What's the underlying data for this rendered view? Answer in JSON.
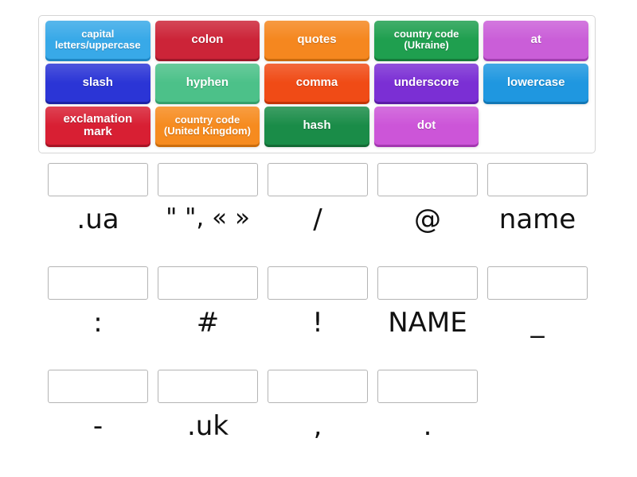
{
  "activity": {
    "type": "match-up-drag-and-drop",
    "title": "Internet address vocabulary matching"
  },
  "tile_bank": {
    "rows": [
      [
        {
          "label": "capital letters/uppercase",
          "color": "#38a9e8",
          "shadow": "#1e86c4",
          "small": true
        },
        {
          "label": "colon",
          "color": "#cc2438",
          "shadow": "#9e1728",
          "small": false
        },
        {
          "label": "quotes",
          "color": "#f5871f",
          "shadow": "#c96a0d",
          "small": false
        },
        {
          "label": "country code (Ukraine)",
          "color": "#1f9f4f",
          "shadow": "#157a3a",
          "small": true
        },
        {
          "label": "at",
          "color": "#ca5ed8",
          "shadow": "#a23fb0",
          "small": false
        }
      ],
      [
        {
          "label": "slash",
          "color": "#2b35d6",
          "shadow": "#1c23a6",
          "small": false
        },
        {
          "label": "hyphen",
          "color": "#4cc189",
          "shadow": "#34a06c",
          "small": false
        },
        {
          "label": "comma",
          "color": "#f04b16",
          "shadow": "#c33508",
          "small": false
        },
        {
          "label": "underscore",
          "color": "#7b2fd4",
          "shadow": "#5c1ca8",
          "small": false
        },
        {
          "label": "lowercase",
          "color": "#1f97e0",
          "shadow": "#1277b5",
          "small": false
        }
      ],
      [
        {
          "label": "exclamation mark",
          "color": "#d81f33",
          "shadow": "#a71324",
          "small": false
        },
        {
          "label": "country code (United Kingdom)",
          "color": "#f68b1f",
          "shadow": "#cb6d0c",
          "small": true
        },
        {
          "label": "hash",
          "color": "#1a8c48",
          "shadow": "#126a34",
          "small": false
        },
        {
          "label": "dot",
          "color": "#cc55d8",
          "shadow": "#a337b0",
          "small": false
        },
        {
          "label": "",
          "color": "transparent",
          "shadow": "transparent",
          "small": false,
          "empty": true
        }
      ]
    ]
  },
  "answers": {
    "rows": [
      [
        {
          "box_value": "",
          "label": ".ua"
        },
        {
          "box_value": "",
          "label": "\" \", « »"
        },
        {
          "box_value": "",
          "label": "/"
        },
        {
          "box_value": "",
          "label": "@"
        },
        {
          "box_value": "",
          "label": "name"
        }
      ],
      [
        {
          "box_value": "",
          "label": ":"
        },
        {
          "box_value": "",
          "label": "#"
        },
        {
          "box_value": "",
          "label": "!"
        },
        {
          "box_value": "",
          "label": "NAME"
        },
        {
          "box_value": "",
          "label": "_"
        }
      ],
      [
        {
          "box_value": "",
          "label": "-"
        },
        {
          "box_value": "",
          "label": ".uk"
        },
        {
          "box_value": "",
          "label": ","
        },
        {
          "box_value": "",
          "label": "."
        }
      ]
    ]
  },
  "colors": {
    "page_background": "#ffffff",
    "bank_border": "#d5d5d5",
    "drop_box_border": "#b4b4b4",
    "label_text": "#111111",
    "tile_text": "#ffffff"
  }
}
